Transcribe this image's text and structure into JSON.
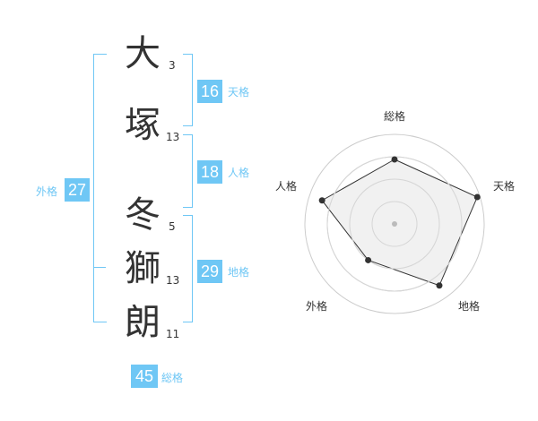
{
  "name": {
    "characters": [
      {
        "char": "大",
        "strokes": "3"
      },
      {
        "char": "塚",
        "strokes": "13"
      },
      {
        "char": "冬",
        "strokes": "5"
      },
      {
        "char": "獅",
        "strokes": "13"
      },
      {
        "char": "朗",
        "strokes": "11"
      }
    ]
  },
  "fortune": {
    "tenkaku": {
      "value": "16",
      "label": "天格"
    },
    "jinkaku": {
      "value": "18",
      "label": "人格"
    },
    "chikaku": {
      "value": "29",
      "label": "地格"
    },
    "gaikaku": {
      "value": "27",
      "label": "外格"
    },
    "soukaku": {
      "value": "45",
      "label": "総格"
    }
  },
  "chart_data": {
    "type": "radar",
    "axes": [
      "総格",
      "天格",
      "地格",
      "外格",
      "人格"
    ],
    "values": [
      0.72,
      0.97,
      0.85,
      0.5,
      0.85
    ],
    "max": 1,
    "rings": 4,
    "colors": {
      "fill": "#eeeeee",
      "stroke": "#333333",
      "grid": "#cccccc",
      "accent": "#6fc7f5"
    }
  }
}
